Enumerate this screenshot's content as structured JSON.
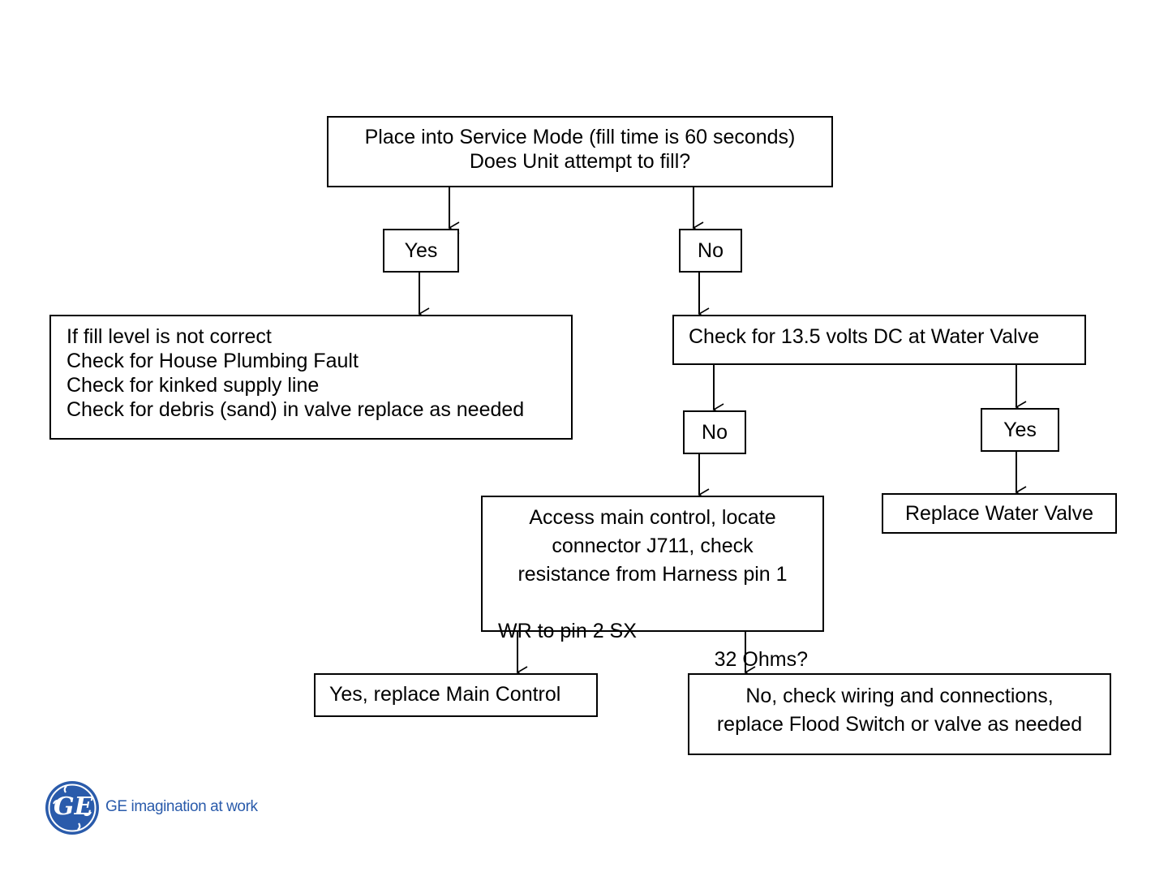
{
  "flowchart": {
    "start": {
      "lines": [
        "Place into Service Mode (fill time is 60 seconds)",
        "Does Unit attempt to fill?"
      ]
    },
    "branch_yes_1": {
      "label": "Yes"
    },
    "branch_no_1": {
      "label": "No"
    },
    "fill_level": {
      "lines": [
        "If fill level is not correct",
        "Check for House Plumbing Fault",
        "Check for kinked supply line",
        "Check for debris (sand) in valve replace as needed"
      ]
    },
    "voltage_check": {
      "label": "Check for 13.5 volts DC at Water Valve"
    },
    "branch_no_2": {
      "label": "No"
    },
    "branch_yes_2": {
      "label": "Yes"
    },
    "replace_valve": {
      "label": "Replace Water Valve"
    },
    "access_control": {
      "lines": [
        "Access main control, locate",
        "connector J711, check",
        "resistance from Harness pin 1"
      ],
      "last_line_left": "WR to pin 2 SX",
      "last_line_right": "32 Ohms?"
    },
    "replace_control": {
      "label": "Yes, replace Main Control"
    },
    "check_wiring": {
      "lines": [
        "No, check wiring and connections,",
        "replace Flood Switch or valve as needed"
      ]
    }
  },
  "logo": {
    "monogram": "GE",
    "tagline": "GE imagination at work",
    "brand_color": "#2a5bab"
  }
}
